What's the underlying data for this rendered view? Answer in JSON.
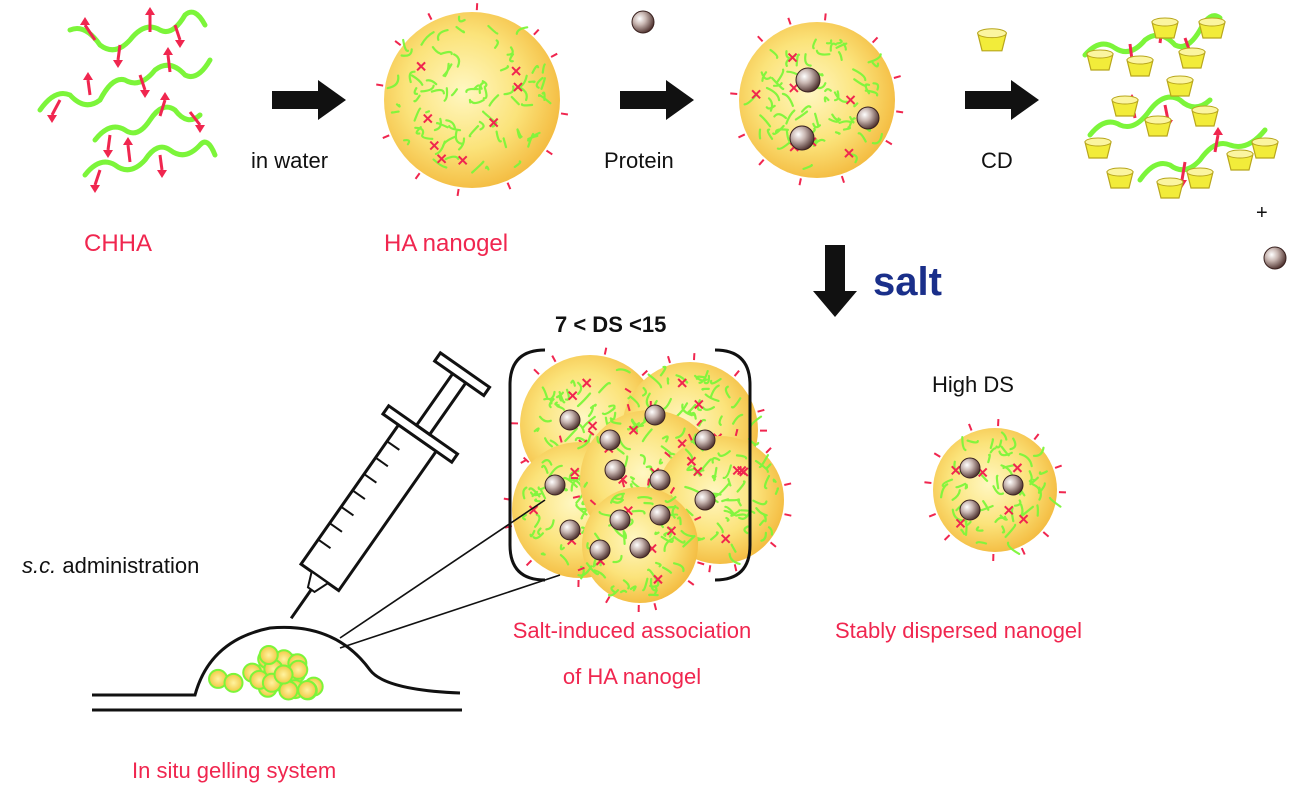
{
  "colors": {
    "label_red": "#f0264f",
    "salt_blue": "#1a2f8a",
    "polymer_green": "#7cf53a",
    "crosslink_red": "#f0264f",
    "nanogel_core": "#f7d24a",
    "arrow_black": "#111111",
    "cd_yellow": "#f2ec3a"
  },
  "icons": {
    "process_arrow": "arrow-right-icon",
    "salt_arrow": "arrow-down-icon",
    "protein": "protein-sphere-icon",
    "cyclodextrin": "cyclodextrin-cup-icon",
    "syringe": "syringe-icon"
  },
  "steps": {
    "in_water": "in water",
    "protein": "Protein",
    "cd": "CD",
    "plus": "+",
    "salt": "salt"
  },
  "labels": {
    "chha": "CHHA",
    "ha_nanogel": "HA nanogel",
    "ds_range": "7 < DS <15",
    "high_ds": "High DS",
    "administration_italic": "s.c.",
    "administration_rest": " administration",
    "association_line1": "Salt-induced association",
    "association_line2": "of HA nanogel",
    "dispersed": "Stably dispersed nanogel",
    "gelling": "In situ gelling system"
  }
}
